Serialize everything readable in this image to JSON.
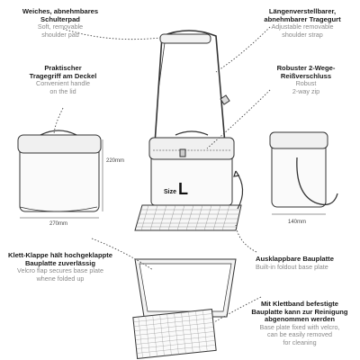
{
  "labels": {
    "shoulder_pad": {
      "de_line1": "Weiches, abnehmbares",
      "de_line2": "Schulterpad",
      "en_line1": "Soft, removable",
      "en_line2": "shoulder pad"
    },
    "strap": {
      "de_line1": "Längenverstellbarer,",
      "de_line2": "abnehmbarer Tragegurt",
      "en_line1": "Adjustable removable",
      "en_line2": "shoulder strap"
    },
    "handle": {
      "de_line1": "Praktischer",
      "de_line2": "Tragegriff am Deckel",
      "en_line1": "Convenient handle",
      "en_line2": "on the lid"
    },
    "zip": {
      "de_line1": "Robuster 2-Wege-",
      "de_line2": "Reißverschluss",
      "en_line1": "Robust",
      "en_line2": "2-way zip"
    },
    "velcro_flap": {
      "de_line1": "Klett-Klappe hält hochgeklappte",
      "de_line2": "Bauplatte zuverlässig",
      "en_line1": "Velcro flap secures base plate",
      "en_line2": "whene folded up"
    },
    "foldout": {
      "de_line1": "Ausklappbare Bauplatte",
      "en_line1": "Built-in foldout base plate"
    },
    "removable_plate": {
      "de_line1": "Mit Klettband befestigte",
      "de_line2": "Bauplatte kann zur Reinigung",
      "de_line3": "abgenommen werden",
      "en_line1": "Base plate fixed with velcro,",
      "en_line2": "can be easily removed",
      "en_line3": "for cleaning"
    }
  },
  "dimensions": {
    "height": "220mm",
    "width": "270mm",
    "depth": "140mm"
  },
  "size_label": {
    "prefix": "Size",
    "letter": "L"
  }
}
